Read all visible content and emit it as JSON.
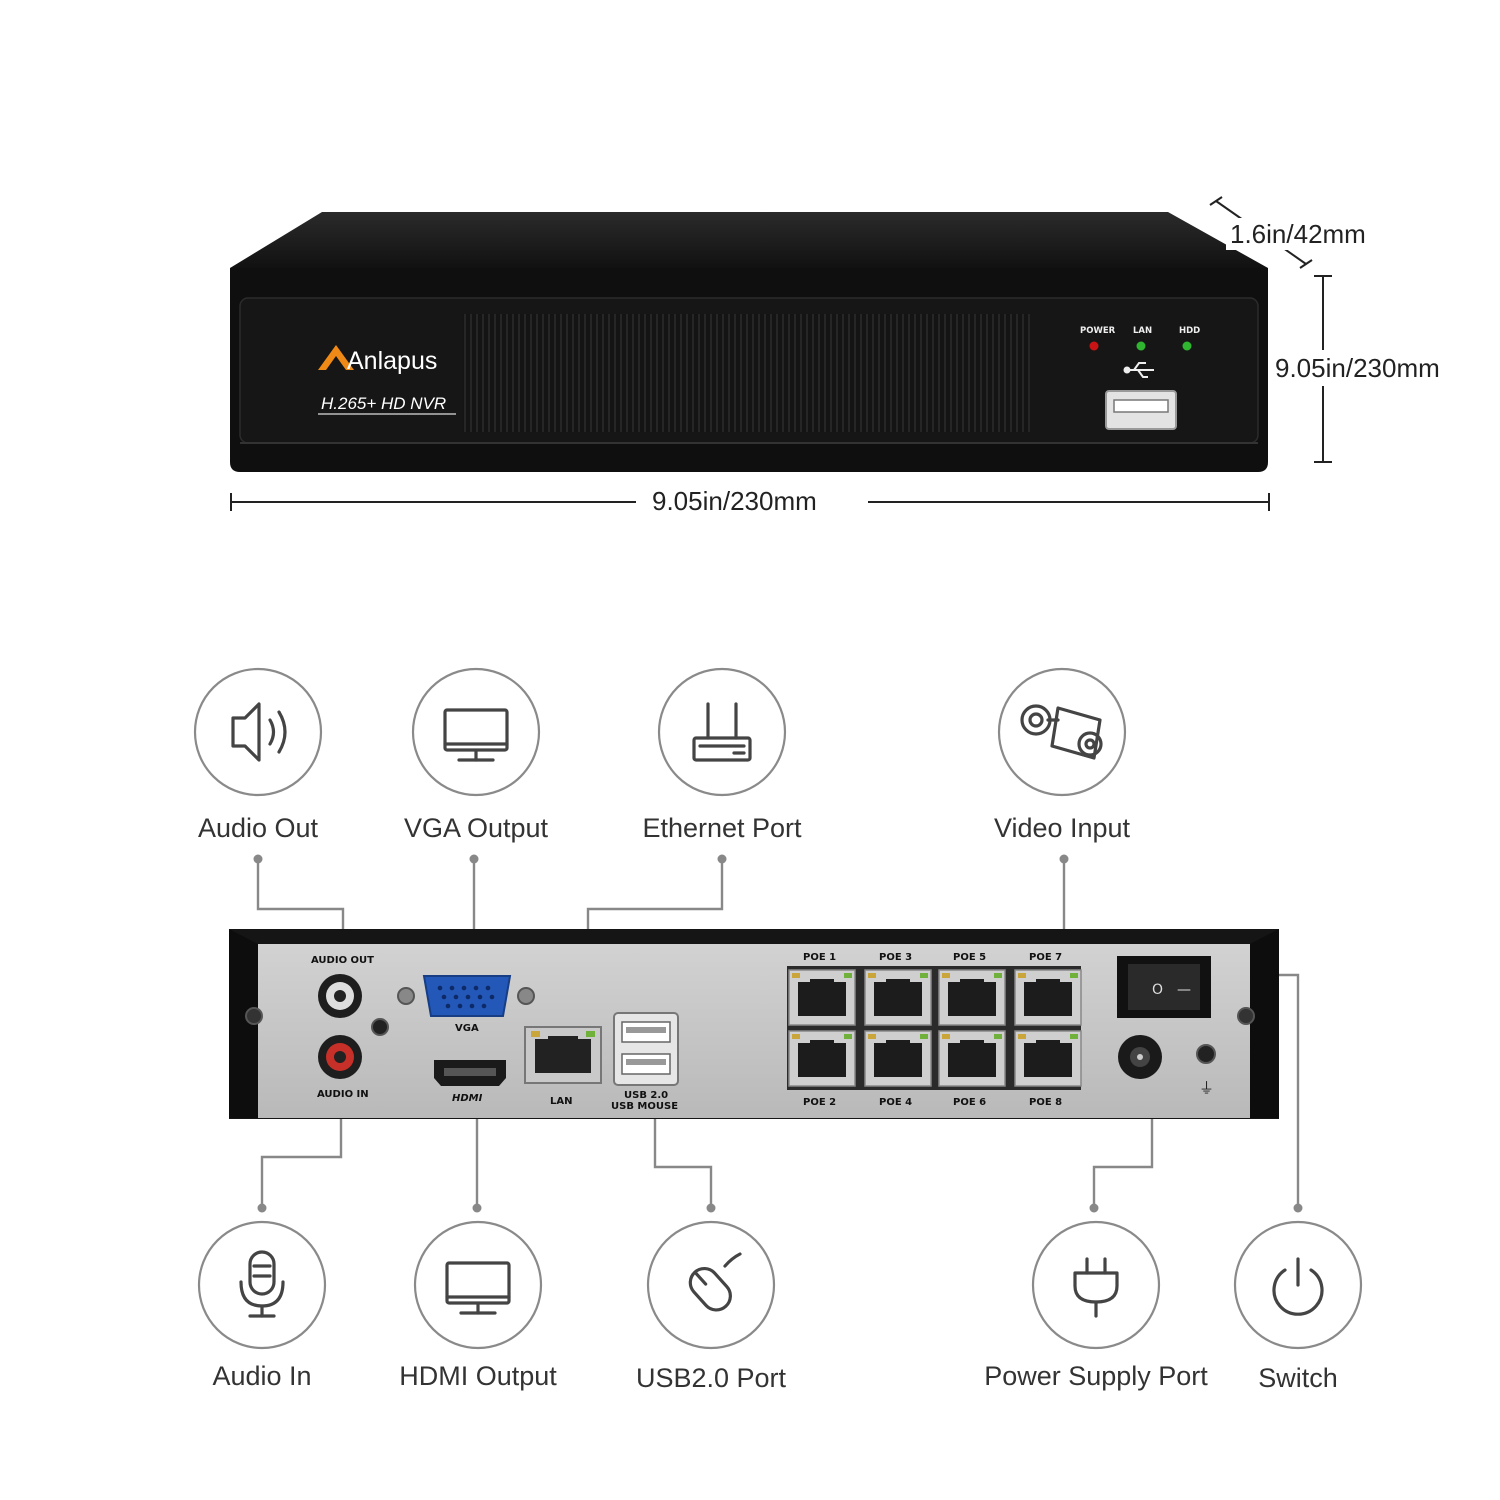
{
  "front_panel": {
    "brand": "Anlapus",
    "model": "H.265+ HD NVR",
    "indicators": [
      "POWER",
      "LAN",
      "HDD"
    ],
    "usb_icon": "usb-symbol-icon",
    "led_colors": {
      "power": "#c81414",
      "lan": "#2fb52f",
      "hdd": "#2fb52f"
    }
  },
  "dimensions": {
    "height": "1.6in/42mm",
    "depth": "9.05in/230mm",
    "width": "9.05in/230mm"
  },
  "back_panel": {
    "audio_out": "AUDIO OUT",
    "audio_in": "AUDIO IN",
    "vga": "VGA",
    "hdmi": "HDMI",
    "lan": "LAN",
    "usb_line1": "USB 2.0",
    "usb_line2": "USB MOUSE",
    "poe_top": [
      "POE 1",
      "POE 3",
      "POE 5",
      "POE 7"
    ],
    "poe_bottom": [
      "POE 2",
      "POE 4",
      "POE 6",
      "POE 8"
    ],
    "switch_glyph_off": "O",
    "switch_glyph_on": "—",
    "ground_symbol": "⏚"
  },
  "features": {
    "audio_out": {
      "label": "Audio Out",
      "icon": "speaker-icon"
    },
    "vga_output": {
      "label": "VGA Output",
      "icon": "monitor-icon"
    },
    "ethernet_port": {
      "label": "Ethernet Port",
      "icon": "router-icon"
    },
    "video_input": {
      "label": "Video Input",
      "icon": "camera-icon"
    },
    "audio_in": {
      "label": "Audio In",
      "icon": "microphone-icon"
    },
    "hdmi_output": {
      "label": "HDMI Output",
      "icon": "monitor-icon"
    },
    "usb_port": {
      "label": "USB2.0 Port",
      "icon": "mouse-icon"
    },
    "power_supply": {
      "label": "Power Supply Port",
      "icon": "plug-icon"
    },
    "switch": {
      "label": "Switch",
      "icon": "power-icon"
    }
  }
}
